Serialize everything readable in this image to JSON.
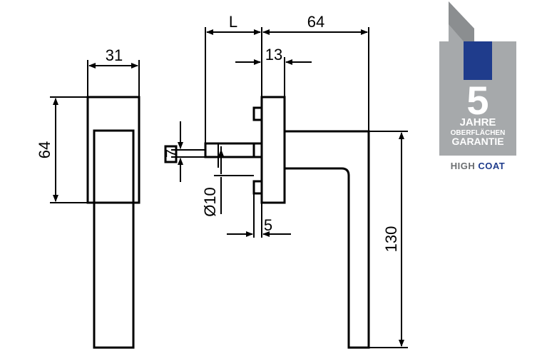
{
  "dimensions": {
    "width_31": "31",
    "height_64_left": "64",
    "length_L": "L",
    "width_64_top": "64",
    "width_13": "13",
    "dim_7": "7",
    "diameter_10": "Ø10",
    "dim_5": "5",
    "height_130": "130"
  },
  "badge": {
    "number": "5",
    "line1": "JAHRE",
    "line2": "OBERFLÄCHEN",
    "line3": "GARANTIE",
    "label_part1": "HIGH",
    "label_part2": "COAT",
    "colors": {
      "gray": "#a6a9ab",
      "dark_gray": "#8b8e90",
      "blue": "#1f3c8c",
      "high_text": "#6b6e70",
      "coat_text": "#1f3c8c"
    }
  }
}
